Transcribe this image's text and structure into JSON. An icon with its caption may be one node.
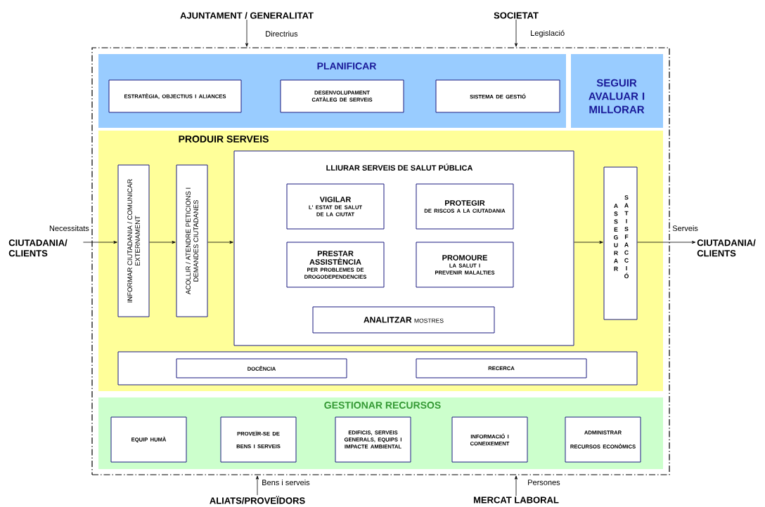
{
  "diagram": {
    "nodes": [
      {
        "text": [
          "AJUNTAMENT / GENERALITAT"
        ]
      },
      {
        "text": [
          "SOCIETAT"
        ]
      },
      {
        "text": [],
        "shape": "box"
      },
      {
        "text": [
          "PLANIFICAR"
        ],
        "in": 2
      },
      {
        "text": [
          "ESTRATÈGIA, OBJECTIUS I ALIANCES"
        ],
        "in": 3
      },
      {
        "text": [
          "DESENVOLUPAMENT CATÀLEG DE SERVEIS"
        ],
        "in": 3
      },
      {
        "text": [
          "SISTEMA DE GESTIÓ"
        ],
        "in": 3
      },
      {
        "text": [
          "SEGUIR AVALUAR I MILLORAR"
        ],
        "in": 2
      },
      {
        "text": [
          "PRODUIR SERVEIS"
        ],
        "in": 2
      },
      {
        "text": [
          "CIUTADANIA/ CLIENTS"
        ]
      },
      {
        "text": [
          "INFORMAR CIUTADANIA / COMUNICAR EXTERNAMENT"
        ],
        "in": 8
      },
      {
        "text": [
          "ACOLLIR / ATENDRE PETICIONS I DEMANDES CIUTADANES"
        ],
        "in": 8
      },
      {
        "text": [
          "LLIURAR SERVEIS DE SALUT PÚBLICA"
        ],
        "in": 8
      },
      {
        "text": [
          "VIGILAR",
          "L' ESTAT DE SALUT DE LA CIUTAT"
        ],
        "in": 12
      },
      {
        "text": [
          "PROTEGIR",
          "DE RISCOS A LA CIUTADANIA"
        ],
        "in": 12
      },
      {
        "text": [
          "PRESTAR ASSISTÈNCIA",
          "PER PROBLEMES DE DROGODEPENDENCIES"
        ],
        "in": 12
      },
      {
        "text": [
          "PROMOURE",
          "LA SALUT I PREVENIR MALALTIES"
        ],
        "in": 12
      },
      {
        "text": [
          "ANALITZAR",
          "MOSTRES"
        ],
        "in": 12
      },
      {
        "text": [
          "ASSEGURAR",
          "SATISFACCIÓ"
        ],
        "in": 8
      },
      {
        "text": [],
        "shape": "box",
        "in": 8
      },
      {
        "text": [
          "DOCÈNCIA"
        ],
        "in": 19
      },
      {
        "text": [
          "RECERCA"
        ],
        "in": 19
      },
      {
        "text": [
          "CIUTADANIA/ CLIENTS"
        ]
      },
      {
        "text": [
          "GESTIONAR RECURSOS"
        ],
        "in": 2
      },
      {
        "text": [
          "EQUIP HUMÀ"
        ],
        "in": 23
      },
      {
        "text": [
          "PROVEÏR-SE DE BENS I SERVEIS"
        ],
        "in": 23
      },
      {
        "text": [
          "EDIFICIS, SERVEIS GENERALS, EQUIPS I IMPACTE AMBIENTAL"
        ],
        "in": 23
      },
      {
        "text": [
          "INFORMACIÓ I CONEIXEMENT"
        ],
        "in": 23
      },
      {
        "text": [
          "ADMINISTRAR RECURSOS ECONÒMICS"
        ],
        "in": 23
      },
      {
        "text": [
          "ALIATS/PROVEÏDORS"
        ]
      },
      {
        "text": [
          "MERCAT LABORAL"
        ]
      }
    ],
    "edges": [
      {
        "from": 0,
        "to": 2,
        "arrow": "to",
        "label": "Directrius"
      },
      {
        "from": 1,
        "to": 2,
        "arrow": "to",
        "label": "Legislació"
      },
      {
        "from": 9,
        "to": 10,
        "arrow": "to",
        "label": "Necessitats"
      },
      {
        "from": 10,
        "to": 11,
        "arrow": "to"
      },
      {
        "from": 11,
        "to": 12,
        "arrow": "to"
      },
      {
        "from": 12,
        "to": 18,
        "arrow": "to"
      },
      {
        "from": 18,
        "to": 22,
        "arrow": "to",
        "label": "Serveis"
      },
      {
        "from": 29,
        "to": 2,
        "arrow": "to",
        "label": "Bens i serveis"
      },
      {
        "from": 30,
        "to": 2,
        "arrow": "to",
        "label": "Persones"
      }
    ]
  }
}
